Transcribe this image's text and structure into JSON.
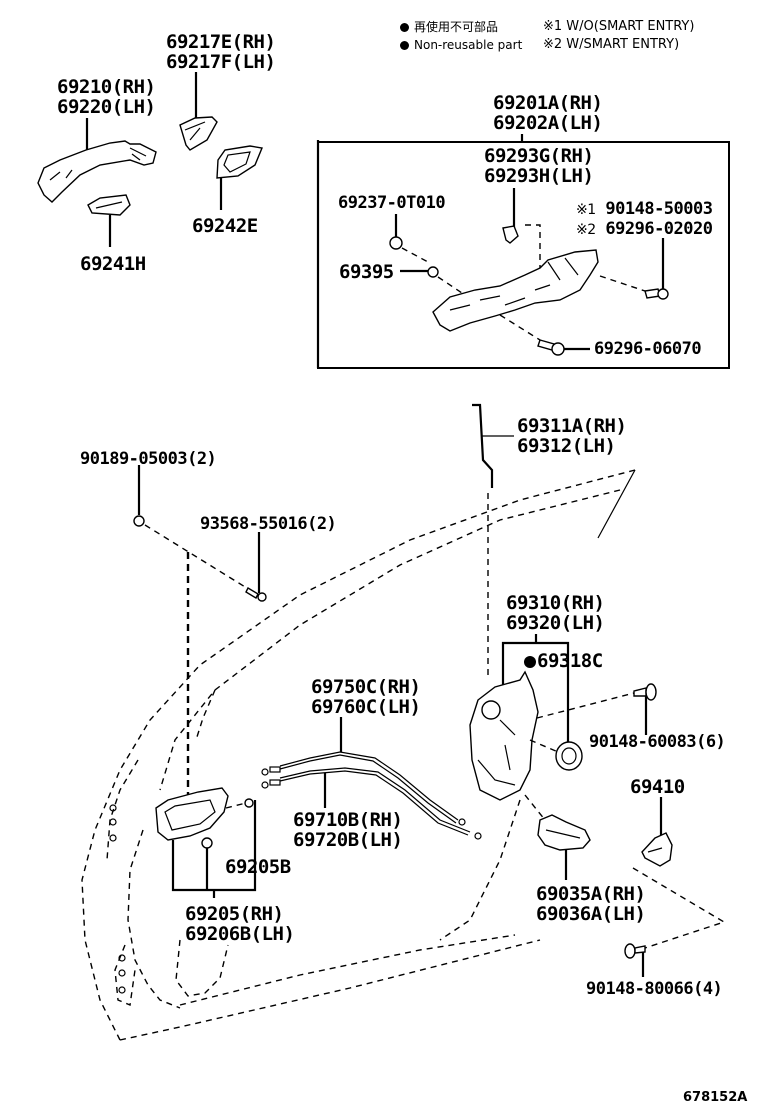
{
  "legend": {
    "non_reusable_jp": "再使用不可部品",
    "non_reusable_en": "Non-reusable part",
    "note1": "※1 W/O(SMART ENTRY)",
    "note2": "※2 W/SMART ENTRY)"
  },
  "parts": {
    "outer_handle": {
      "rh": "69210(RH)",
      "lh": "69220(LH)"
    },
    "handle_cover": {
      "rh": "69217E(RH)",
      "lh": "69217F(LH)"
    },
    "pad_front": "69241H",
    "pad_rear": "69242E",
    "frame_assy": {
      "rh": "69201A(RH)",
      "lh": "69202A(LH)"
    },
    "frame_sub": {
      "rh": "69293G(RH)",
      "lh": "69293H(LH)"
    },
    "grommet": "69237-0T010",
    "cushion": "69395",
    "frame_bolt": {
      "note1_mark": "※1",
      "note1_part": "90148-50003",
      "note2_mark": "※2",
      "note2_part": "69296-02020"
    },
    "frame_screw": "69296-06070",
    "clip": "90189-05003(2)",
    "screw_inside": "93568-55016(2)",
    "rod": {
      "rh": "69311A(RH)",
      "lh": "69312(LH)"
    },
    "lock_assy": {
      "rh": "69310(RH)",
      "lh": "69320(LH)"
    },
    "lock_seal": "69318C",
    "lock_screw": "90148-60083(6)",
    "cable_upper": {
      "rh": "69750C(RH)",
      "lh": "69760C(LH)"
    },
    "cable_lower": {
      "rh": "69710B(RH)",
      "lh": "69720B(LH)"
    },
    "inside_handle_sub": "69205B",
    "inside_handle": {
      "rh": "69205(RH)",
      "lh": "69206B(LH)"
    },
    "striker": "69410",
    "lock_cover": {
      "rh": "69035A(RH)",
      "lh": "69036A(LH)"
    },
    "striker_screw": "90148-80066(4)"
  },
  "figure_id": "678152A"
}
